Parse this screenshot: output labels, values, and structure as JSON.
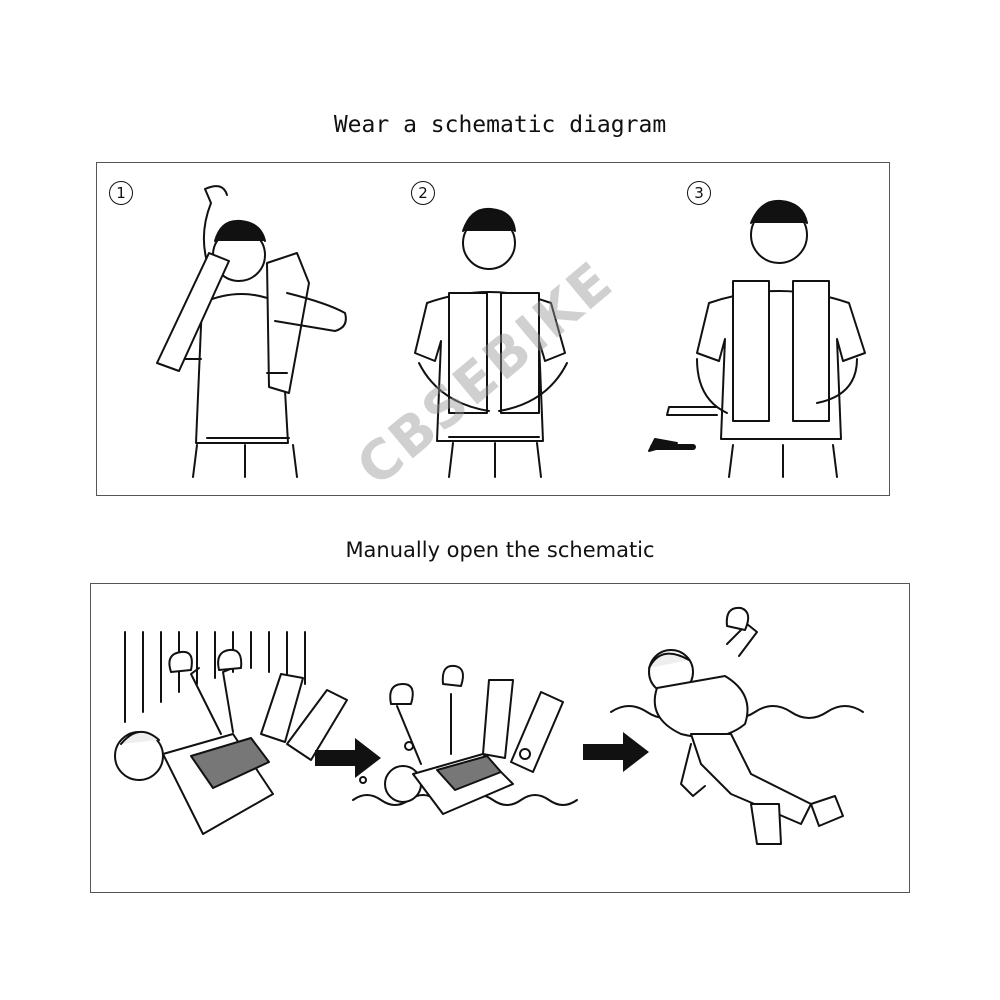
{
  "titles": {
    "wear": "Wear a schematic diagram",
    "manual": "Manually open the schematic"
  },
  "steps": [
    {
      "num": "1"
    },
    {
      "num": "2"
    },
    {
      "num": "3"
    }
  ],
  "watermark": "CBSEBIKE"
}
